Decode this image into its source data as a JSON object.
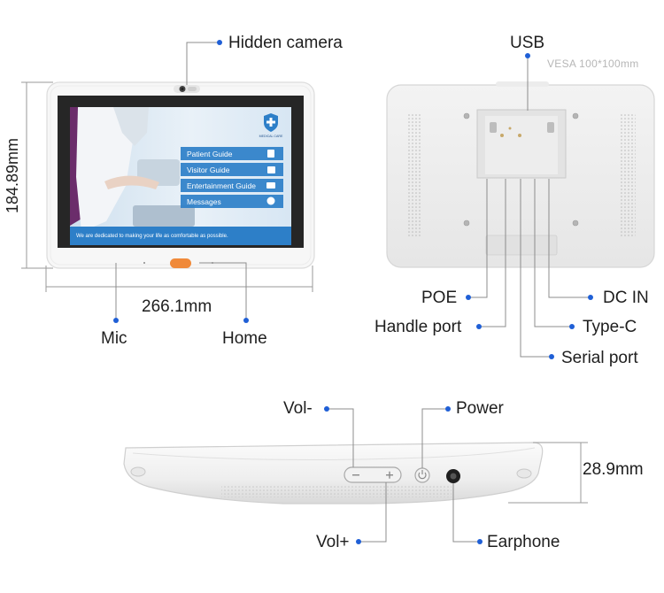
{
  "front": {
    "hidden_camera": "Hidden camera",
    "height_dim": "184.89mm",
    "width_dim": "266.1mm",
    "mic": "Mic",
    "home": "Home",
    "screen": {
      "menu": [
        "Patient Guide",
        "Visitor Guide",
        "Entertainment Guide",
        "Messages"
      ],
      "banner": "We are dedicated to making your life as comfortable as possible.",
      "logo_text": "MEDICAL CARE"
    }
  },
  "back": {
    "usb": "USB",
    "vesa": "VESA 100*100mm",
    "poe": "POE",
    "dc_in": "DC IN",
    "handle_port": "Handle port",
    "type_c": "Type-C",
    "serial_port": "Serial port"
  },
  "side": {
    "vol_minus": "Vol-",
    "power": "Power",
    "thickness": "28.9mm",
    "vol_plus": "Vol+",
    "earphone": "Earphone"
  },
  "colors": {
    "callout_dot": "#1f5fd6",
    "line": "#8c8c8c",
    "bezel": "#f7f7f7",
    "screen_blue": "#2d7fc8",
    "home_button": "#f08a3a"
  }
}
